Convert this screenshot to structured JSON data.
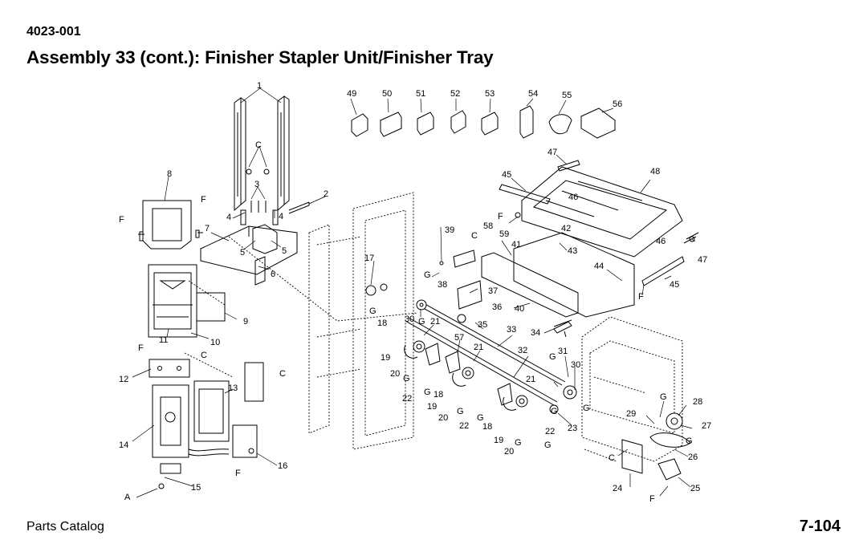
{
  "header": {
    "code": "4023-001",
    "title": "Assembly 33 (cont.):  Finisher Stapler Unit/Finisher Tray"
  },
  "footer": {
    "left": "Parts Catalog",
    "right": "7-104"
  },
  "callouts": {
    "n1": "1",
    "n2": "2",
    "n3": "3",
    "n4a": "4",
    "n4b": "4",
    "n5a": "5",
    "n5b": "5",
    "n6": "6",
    "n7": "7",
    "n8": "8",
    "n9": "9",
    "n10": "10",
    "n11": "11",
    "n12": "12",
    "n13": "13",
    "n14": "14",
    "n15": "15",
    "n16": "16",
    "n17": "17",
    "n18a": "18",
    "n18b": "18",
    "n18c": "18",
    "n19a": "19",
    "n19b": "19",
    "n19c": "19",
    "n20a": "20",
    "n20b": "20",
    "n20c": "20",
    "n21a": "21",
    "n21b": "21",
    "n21c": "21",
    "n22a": "22",
    "n22b": "22",
    "n22c": "22",
    "n23": "23",
    "n24": "24",
    "n25": "25",
    "n26": "26",
    "n27": "27",
    "n28": "28",
    "n29": "29",
    "n30a": "30",
    "n30b": "30",
    "n31": "31",
    "n32": "32",
    "n33": "33",
    "n34": "34",
    "n35": "35",
    "n36": "36",
    "n37": "37",
    "n38": "38",
    "n39": "39",
    "n40": "40",
    "n41": "41",
    "n42": "42",
    "n43": "43",
    "n44": "44",
    "n45a": "45",
    "n45b": "45",
    "n46a": "46",
    "n46b": "46",
    "n47a": "47",
    "n47b": "47",
    "n48": "48",
    "n49": "49",
    "n50": "50",
    "n51": "51",
    "n52": "52",
    "n53": "53",
    "n54": "54",
    "n55": "55",
    "n56": "56",
    "n57": "57",
    "n58": "58",
    "n59": "59",
    "c1": "C",
    "c2": "C",
    "c3": "C",
    "c4": "C",
    "c5": "C",
    "c6": "C",
    "f1": "F",
    "f2": "F",
    "f3": "F",
    "f4": "F",
    "f5": "F",
    "f6": "F",
    "f7": "F",
    "a1": "A",
    "g1": "G",
    "g2": "G",
    "g3": "G",
    "g4": "G",
    "g5": "G",
    "g6": "G",
    "g7": "G",
    "g8": "G",
    "g9": "G",
    "g10": "G",
    "g11": "G",
    "g12": "G",
    "g13": "G",
    "g14": "G",
    "g15": "G",
    "g16": "G",
    "g17": "G"
  }
}
